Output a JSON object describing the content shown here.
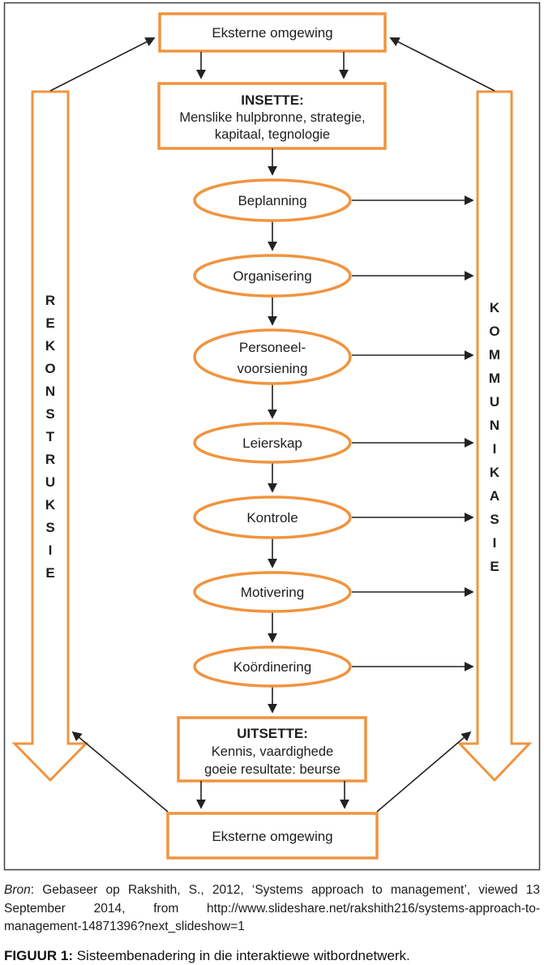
{
  "diagram": {
    "accent_orange": "#F0943F",
    "ink": "#1E1E1E",
    "external_env_top": "Eksterne omgewing",
    "external_env_bottom": "Eksterne omgewing",
    "insette": {
      "title": "INSETTE:",
      "lines": [
        "Menslike hulpbronne, strategie,",
        "kapitaal, tegnologie"
      ]
    },
    "steps": [
      {
        "lines": [
          "Beplanning"
        ]
      },
      {
        "lines": [
          "Organisering"
        ]
      },
      {
        "lines": [
          "Personeel-",
          "voorsiening"
        ]
      },
      {
        "lines": [
          "Leierskap"
        ]
      },
      {
        "lines": [
          "Kontrole"
        ]
      },
      {
        "lines": [
          "Motivering"
        ]
      },
      {
        "lines": [
          "Koördinering"
        ]
      }
    ],
    "uitsette": {
      "title": "UITSETTE:",
      "lines": [
        "Kennis, vaardighede",
        "goeie resultate: beurse"
      ]
    },
    "left_arrow_word": "REKONSTRUKSIE",
    "right_arrow_word": "KOMMUNIKASIE"
  },
  "caption": {
    "source_label": "Bron",
    "source_text": ": Gebaseer op Rakshith, S., 2012, ‘Systems approach to management’, viewed 13 September 2014, from http://www.slideshare.net/rakshith216/systems-approach-to-management-14871396?next_slideshow=1",
    "figure_label": "FIGUUR 1:",
    "figure_text": " Sisteembenadering in die interaktiewe witbordnetwerk."
  }
}
